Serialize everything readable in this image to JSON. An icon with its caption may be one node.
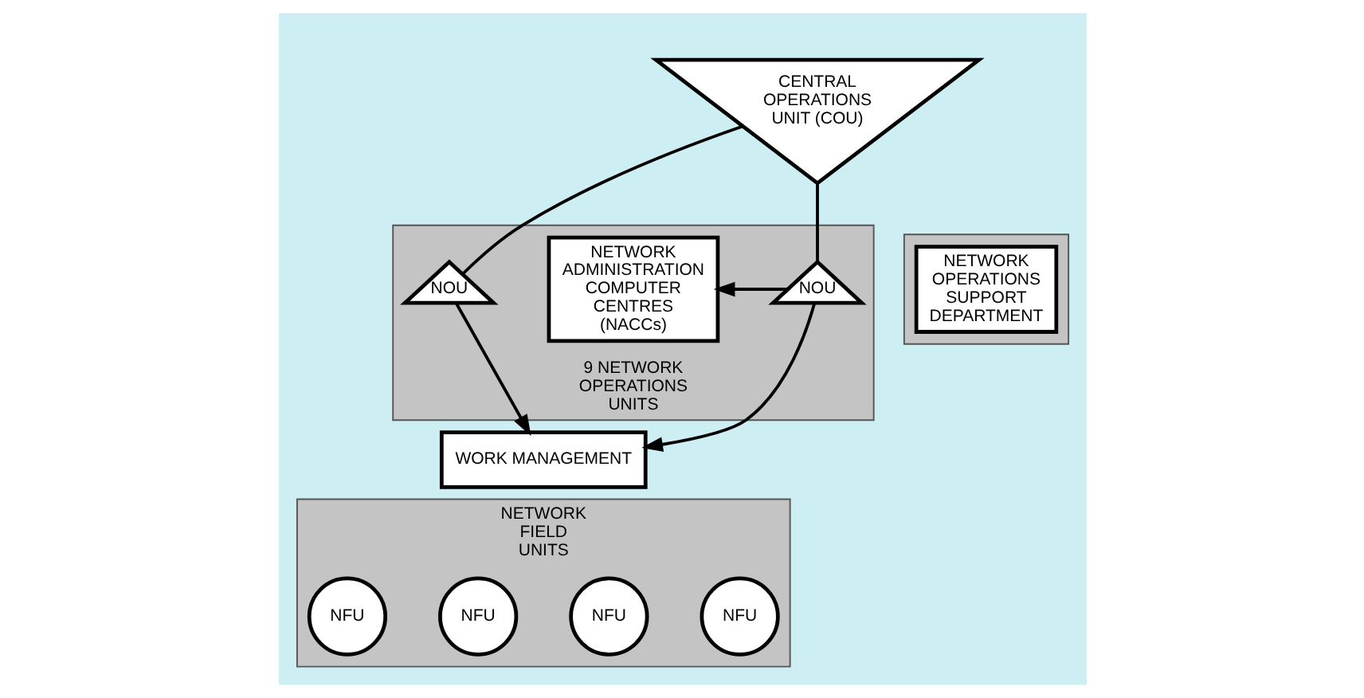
{
  "diagram": {
    "nodes": [
      {
        "text": [
          "CENTRAL OPERATIONS UNIT (COU)"
        ]
      },
      {
        "text": [
          "9 NETWORK OPERATIONS UNITS"
        ]
      },
      {
        "text": [
          "NETWORK ADMINISTRATION COMPUTER CENTRES (NACCs)"
        ],
        "in": 1
      },
      {
        "text": [
          "NOU"
        ],
        "in": 1
      },
      {
        "text": [
          "NOU"
        ],
        "in": 1
      },
      {
        "text": [
          "WORK MANAGEMENT"
        ]
      },
      {
        "text": [
          "NETWORK FIELD UNITS"
        ]
      },
      {
        "text": [
          "NFU"
        ],
        "in": 6
      },
      {
        "text": [
          "NFU"
        ],
        "in": 6
      },
      {
        "text": [
          "NFU"
        ],
        "in": 6
      },
      {
        "text": [
          "NFU"
        ],
        "in": 6
      },
      {
        "text": [],
        "shape": "box"
      },
      {
        "text": [
          "NETWORK OPERATIONS SUPPORT DEPARTMENT"
        ],
        "in": 11
      }
    ],
    "edges": [
      {
        "from": 0,
        "to": 3,
        "arrow": "none"
      },
      {
        "from": 0,
        "to": 4,
        "arrow": "none"
      },
      {
        "from": 3,
        "to": 2,
        "arrow": "to"
      },
      {
        "from": 3,
        "to": 5,
        "arrow": "to"
      },
      {
        "from": 4,
        "to": 5,
        "arrow": "to"
      }
    ]
  }
}
